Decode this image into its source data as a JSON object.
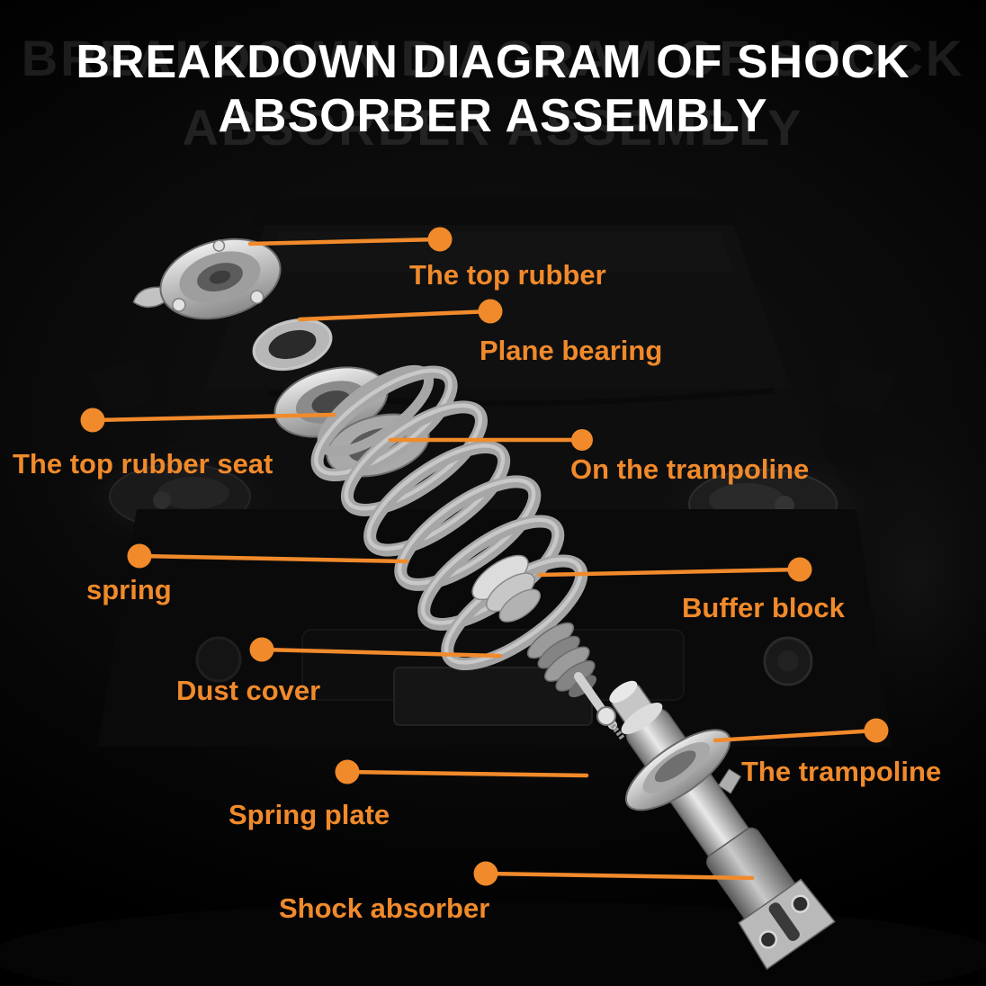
{
  "title": {
    "line1": "BREAKDOWN DIAGRAM OF SHOCK",
    "line2": "ABSORBER ASSEMBLY"
  },
  "colors": {
    "accent": "#F18A2B",
    "title": "#FFFFFF",
    "background": "#000000"
  },
  "labels": [
    {
      "id": "top-rubber",
      "text": "The top rubber"
    },
    {
      "id": "plane-bearing",
      "text": "Plane bearing"
    },
    {
      "id": "top-rubber-seat",
      "text": "The top rubber seat"
    },
    {
      "id": "on-the-trampoline",
      "text": "On the trampoline"
    },
    {
      "id": "spring",
      "text": "spring"
    },
    {
      "id": "buffer-block",
      "text": "Buffer block"
    },
    {
      "id": "dust-cover",
      "text": "Dust cover"
    },
    {
      "id": "the-trampoline",
      "text": "The trampoline"
    },
    {
      "id": "spring-plate",
      "text": "Spring plate"
    },
    {
      "id": "shock-absorber",
      "text": "Shock absorber"
    }
  ]
}
